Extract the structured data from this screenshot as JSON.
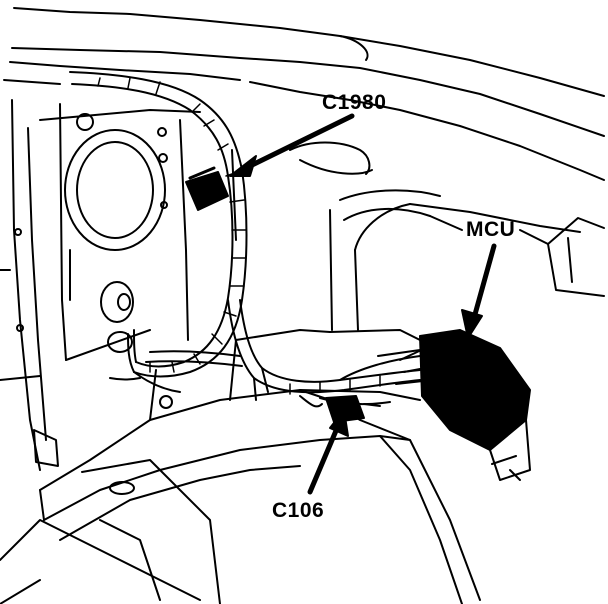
{
  "labels": {
    "c1980": "C1980",
    "mcu": "MCU",
    "c106": "C106"
  },
  "colors": {
    "ink": "#000000",
    "paper": "#ffffff"
  }
}
